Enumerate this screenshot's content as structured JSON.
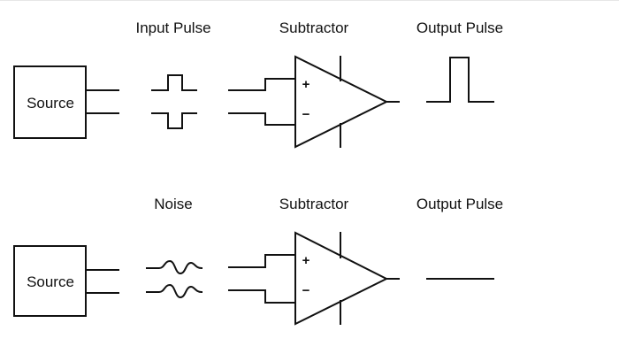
{
  "rows": [
    {
      "id": "pulse",
      "source_label": "Source",
      "signal_label": "Input Pulse",
      "subtractor_label": "Subtractor",
      "output_label": "Output Pulse",
      "plus_sign": "+",
      "minus_sign": "−",
      "signal_kind": "pulse",
      "output_kind": "pulse"
    },
    {
      "id": "noise",
      "source_label": "Source",
      "signal_label": "Noise",
      "subtractor_label": "Subtractor",
      "output_label": "Output Pulse",
      "plus_sign": "+",
      "minus_sign": "−",
      "signal_kind": "noise",
      "output_kind": "flat"
    }
  ]
}
